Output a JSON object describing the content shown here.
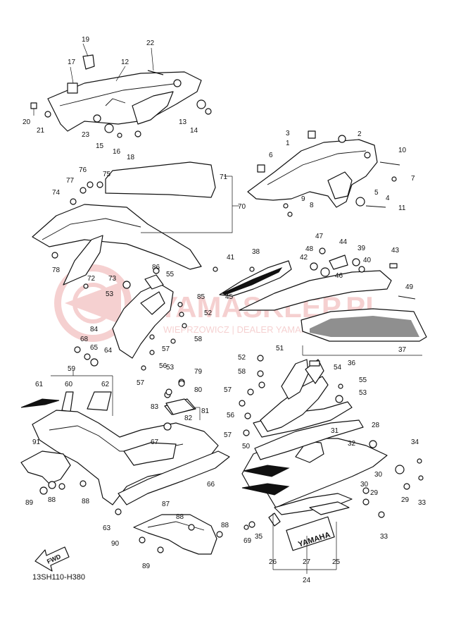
{
  "diagram": {
    "code": "13SH110-H380",
    "fwd_label": "FWD",
    "watermark_name": "YAMASKLEP.PL",
    "watermark_sub": "WIEPRZOWICZ | DEALER YAMAHA",
    "decal_text": "YAMAHA",
    "callouts": [
      "1",
      "2",
      "3",
      "4",
      "5",
      "6",
      "7",
      "8",
      "9",
      "10",
      "11",
      "12",
      "13",
      "14",
      "15",
      "16",
      "17",
      "18",
      "19",
      "20",
      "21",
      "22",
      "23",
      "24",
      "25",
      "26",
      "27",
      "28",
      "29",
      "29",
      "30",
      "30",
      "31",
      "32",
      "33",
      "33",
      "34",
      "35",
      "36",
      "37",
      "38",
      "39",
      "40",
      "41",
      "42",
      "43",
      "44",
      "45",
      "46",
      "47",
      "48",
      "49",
      "50",
      "51",
      "52",
      "52",
      "53",
      "53",
      "53",
      "54",
      "55",
      "55",
      "56",
      "56",
      "57",
      "57",
      "57",
      "57",
      "58",
      "58",
      "59",
      "60",
      "61",
      "62",
      "63",
      "64",
      "65",
      "66",
      "67",
      "68",
      "69",
      "70",
      "71",
      "72",
      "73",
      "74",
      "75",
      "76",
      "77",
      "78",
      "79",
      "80",
      "81",
      "82",
      "83",
      "84",
      "85",
      "86",
      "87",
      "88",
      "88",
      "88",
      "88",
      "89",
      "89",
      "90",
      "91"
    ]
  }
}
